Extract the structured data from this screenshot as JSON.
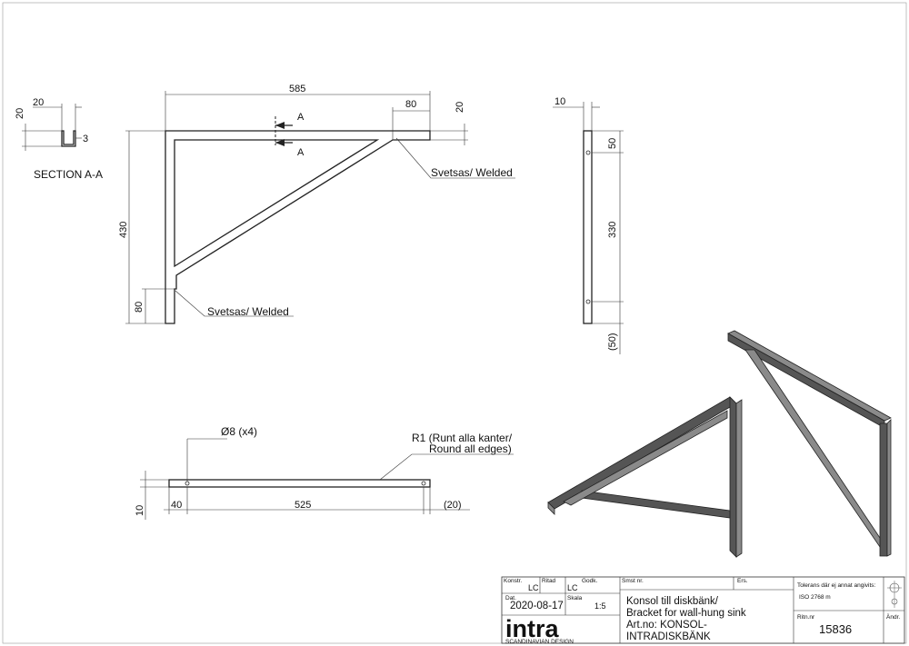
{
  "section": {
    "label": "SECTION A-A",
    "dim_width": "20",
    "dim_height": "20",
    "dim_thickness": "3"
  },
  "front": {
    "dim_total_width": "585",
    "dim_top_weld": "80",
    "dim_top_thickness": "20",
    "dim_height": "430",
    "dim_bottom_weld": "80",
    "section_marker_top": "A",
    "section_marker_bottom": "A",
    "weld_top": "Svetsas/ Welded",
    "weld_bottom": "Svetsas/ Welded"
  },
  "side": {
    "dim_width": "10",
    "dim_top": "50",
    "dim_middle": "330",
    "dim_bottom": "(50)"
  },
  "top": {
    "hole_label": "Ø8 (x4)",
    "radius_label_1": "R1 (Runt alla kanter/",
    "radius_label_2": "Round all edges)",
    "dim_thickness": "10",
    "dim_left": "40",
    "dim_middle": "525",
    "dim_right": "(20)"
  },
  "title_block": {
    "konstr_label": "Konstr.",
    "konstr_value": "LC",
    "ritad_label": "Ritad",
    "ritad_value": "LC",
    "godk_label": "Godk.",
    "smst_label": "Smst nr.",
    "ers_label": "Ers.",
    "tolerans_label": "Tolerans där ej annat angivits:",
    "tolerans_value": "ISO 2768 m",
    "dat_label": "Dat.",
    "dat_value": "2020-08-17",
    "skala_label": "Skala",
    "skala_value": "1:5",
    "title_1": "Konsol till diskbänk/",
    "title_2": "Bracket for wall-hung sink",
    "art_1": "Art.no: KONSOL-",
    "art_2": "INTRADISKBÄNK",
    "ritn_label": "Ritn.nr",
    "ritn_value": "15836",
    "andr_label": "Ändr.",
    "logo": "intra",
    "logo_sub": "SCANDINAVIAN DESIGN"
  }
}
